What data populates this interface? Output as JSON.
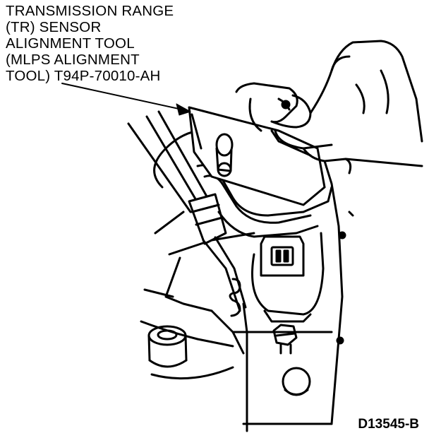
{
  "callout": {
    "lines": [
      "TRANSMISSION RANGE",
      "(TR) SENSOR",
      "ALIGNMENT TOOL",
      "(MLPS ALIGNMENT",
      "TOOL) T94P-70010-AH"
    ]
  },
  "figure_id": "D13545-B",
  "colors": {
    "ink": "#000000",
    "paper": "#ffffff"
  }
}
